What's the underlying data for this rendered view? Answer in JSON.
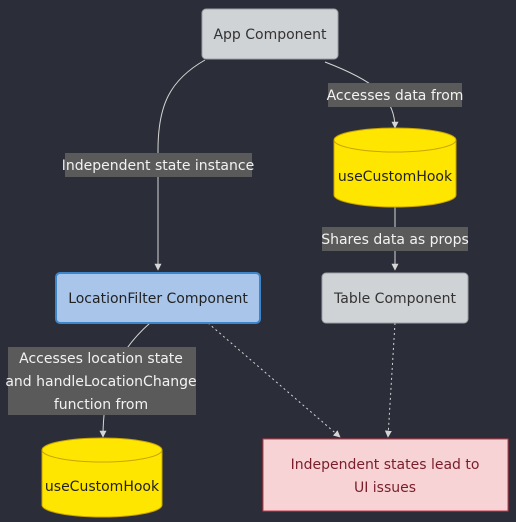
{
  "nodes": {
    "app": "App Component",
    "hook_top": "useCustomHook",
    "location_filter": "LocationFilter Component",
    "table": "Table Component",
    "hook_bottom": "useCustomHook",
    "issues_line1": "Independent states lead to",
    "issues_line2": "UI issues"
  },
  "edges": {
    "app_to_hook": "Accesses data from",
    "app_to_filter": "Independent state instance",
    "hook_to_table": "Shares data as props",
    "filter_to_hook_line1": "Accesses location state",
    "filter_to_hook_line2": "and handleLocationChange",
    "filter_to_hook_line3": "function from"
  },
  "colors": {
    "background": "#2b2e38",
    "component_fill": "#cfd3d6",
    "highlight_fill": "#a9c5ea",
    "highlight_stroke": "#3d86c9",
    "database_fill": "#ffe600",
    "issue_fill": "#f7d3d6",
    "issue_stroke": "#c43a4a",
    "edge": "#d6d6d6",
    "edge_label_bg": "#5a5a5a"
  }
}
